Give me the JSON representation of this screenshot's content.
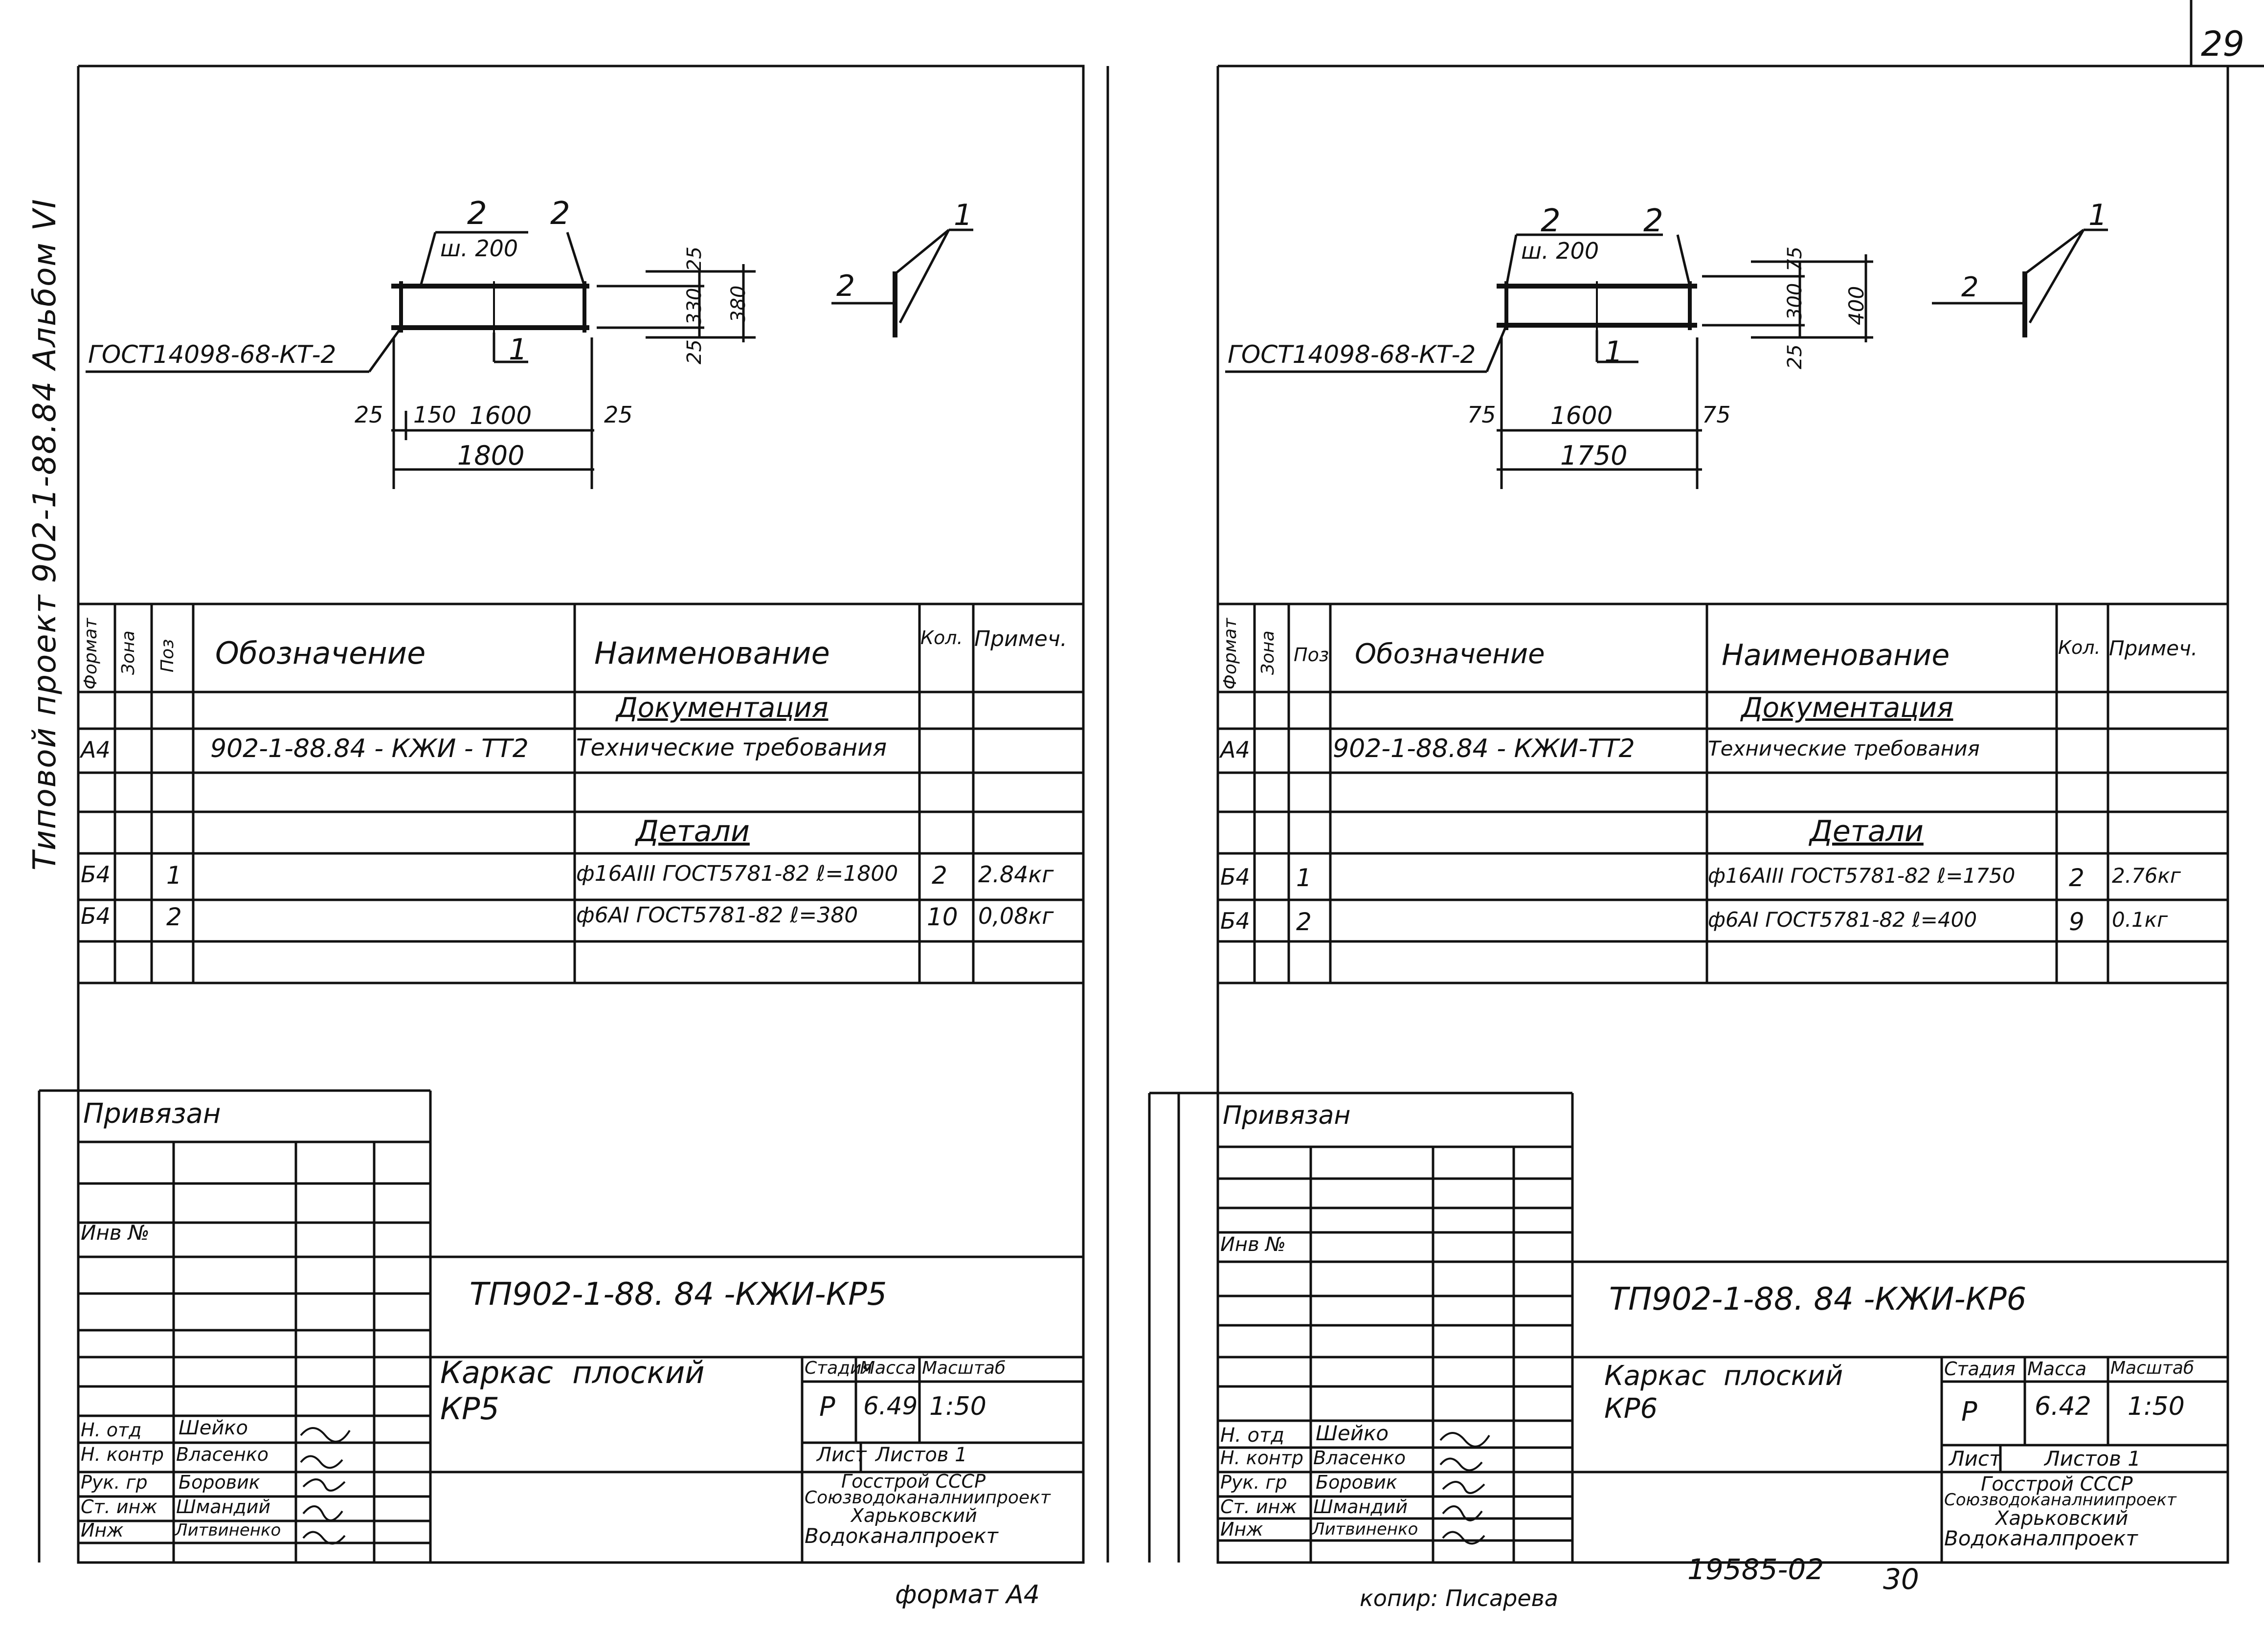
{
  "page": {
    "page_number": "29",
    "side_title": "Типовой проект  902-1-88.84   Альбом VI",
    "format": "формат А4",
    "copied_by": "копир: Писарева",
    "doc_number": "19585-02",
    "doc_sheet": "30"
  },
  "columns": {
    "format": "Формат",
    "zone": "Зона",
    "pos": "Поз",
    "designation": "Обозначение",
    "name": "Наименование",
    "qty": "Кол.",
    "note": "Примеч."
  },
  "title_block_common": {
    "privyazan": "Привязан",
    "inv": "Инв №",
    "roles": [
      "Н. отд",
      "Н. контр",
      "Рук. гр",
      "Ст. инж",
      "Инж"
    ],
    "people": [
      "Шейко",
      "Власенко",
      "Боровик",
      "Шмандий",
      "Литвиненко"
    ],
    "stage_h": "Стадия",
    "mass_h": "Масса",
    "scale_h": "Масштаб",
    "sheet_h": "Лист",
    "sheets_h": "Листов 1",
    "org": [
      "Госстрой СССР",
      "Союзводоканалниипроект",
      "Харьковский",
      "Водоканалпроект"
    ]
  },
  "sheets": [
    {
      "gost_label": "ГОСТ14098-68-КТ-2",
      "dims": {
        "top_left": "2",
        "top_right": "2",
        "pitch": "ш. 200",
        "left_off": "25",
        "pitch2": "150",
        "inner": "1600",
        "right_off": "25",
        "overall": "1800",
        "h_top": "25",
        "h_mid": "330",
        "h_bot": "25",
        "h_total": "380",
        "pos1": "1",
        "side_1": "1",
        "side_2": "2"
      },
      "section_doc": "Документация",
      "section_parts": "Детали",
      "rows": [
        {
          "format": "А4",
          "pos": "",
          "designation": "902-1-88.84 - КЖИ - ТТ2",
          "name": "Технические требования",
          "qty": "",
          "note": ""
        },
        {
          "format": "Б4",
          "pos": "1",
          "designation": "",
          "name": "ф16АIII ГОСТ5781-82 ℓ=1800",
          "qty": "2",
          "note": "2.84кг"
        },
        {
          "format": "Б4",
          "pos": "2",
          "designation": "",
          "name": "ф6АI ГОСТ5781-82 ℓ=380",
          "qty": "10",
          "note": "0,08кг"
        }
      ],
      "doc_code": "ТП902-1-88. 84  -КЖИ-КР5",
      "item_name": "Каркас  плоский\nКР5",
      "stage": "Р",
      "mass": "6.49",
      "scale": "1:50"
    },
    {
      "gost_label": "ГОСТ14098-68-КТ-2",
      "dims": {
        "top_left": "2",
        "top_right": "2",
        "pitch": "ш. 200",
        "left_off": "75",
        "pitch2": "",
        "inner": "1600",
        "right_off": "75",
        "overall": "1750",
        "h_top": "75",
        "h_mid": "300",
        "h_bot": "25",
        "h_total": "400",
        "pos1": "1",
        "side_1": "1",
        "side_2": "2"
      },
      "section_doc": "Документация",
      "section_parts": "Детали",
      "rows": [
        {
          "format": "А4",
          "pos": "",
          "designation": "902-1-88.84 - КЖИ-ТТ2",
          "name": "Технические требования",
          "qty": "",
          "note": ""
        },
        {
          "format": "Б4",
          "pos": "1",
          "designation": "",
          "name": "ф16АIII ГОСТ5781-82 ℓ=1750",
          "qty": "2",
          "note": "2.76кг"
        },
        {
          "format": "Б4",
          "pos": "2",
          "designation": "",
          "name": "ф6АI ГОСТ5781-82 ℓ=400",
          "qty": "9",
          "note": "0.1кг"
        }
      ],
      "doc_code": "ТП902-1-88. 84  -КЖИ-КР6",
      "item_name": "Каркас  плоский\nКР6",
      "stage": "Р",
      "mass": "6.42",
      "scale": "1:50"
    }
  ]
}
